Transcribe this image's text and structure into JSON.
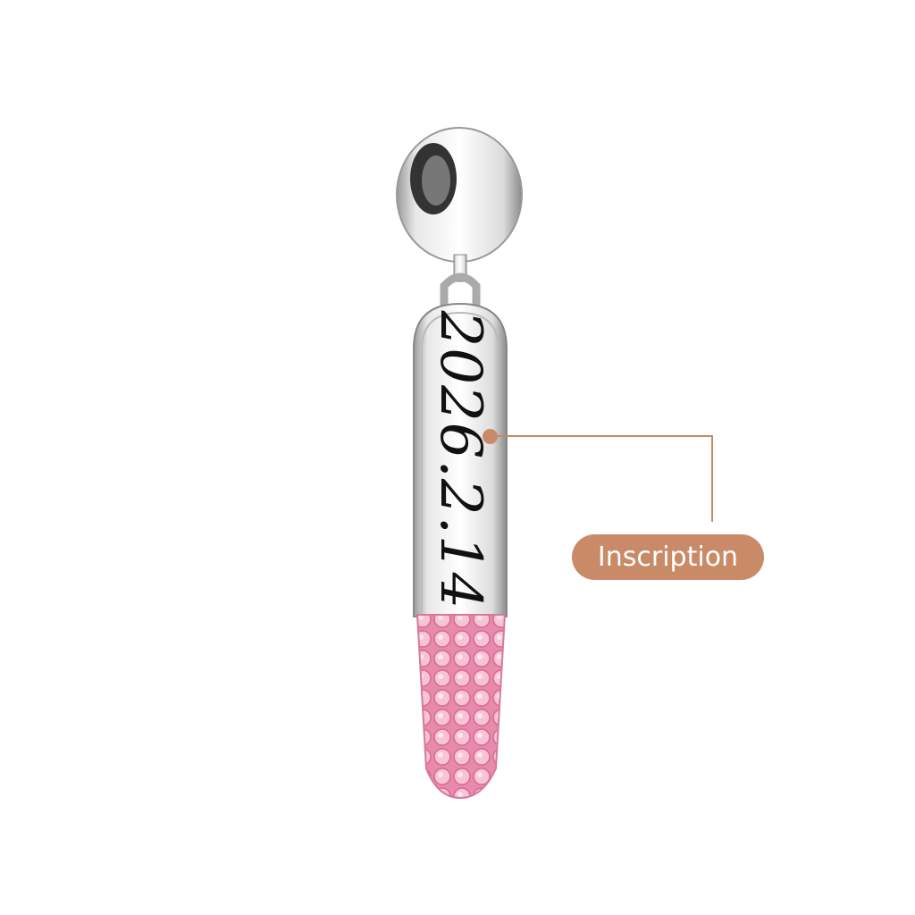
{
  "product": {
    "engraving_text": "2026.2.14",
    "stone_color": "#f2a9c4",
    "metal": "silver"
  },
  "callout": {
    "label": "Inscription",
    "color": "#c98a68"
  }
}
